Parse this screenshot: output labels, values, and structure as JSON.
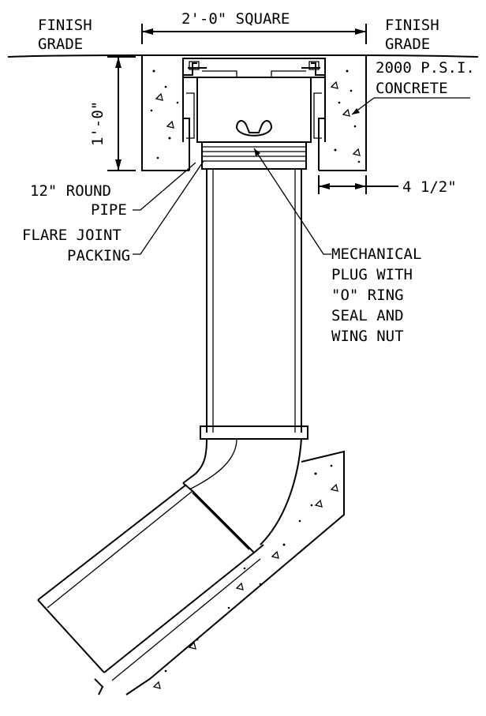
{
  "labels": {
    "width_dim": "2'-0\" SQUARE",
    "finish_grade_left_1": "FINISH",
    "finish_grade_left_2": "GRADE",
    "finish_grade_right_1": "FINISH",
    "finish_grade_right_2": "GRADE",
    "concrete_1": "2000 P.S.I.",
    "concrete_2": "CONCRETE",
    "height_dim": "1'-0\"",
    "offset_dim": "4 1/2\"",
    "pipe_1": "12\" ROUND",
    "pipe_2": "PIPE",
    "packing_1": "FLARE JOINT",
    "packing_2": "PACKING",
    "plug_1": "MECHANICAL",
    "plug_2": "PLUG WITH",
    "plug_3": "\"O\" RING",
    "plug_4": "SEAL AND",
    "plug_5": "WING NUT"
  }
}
